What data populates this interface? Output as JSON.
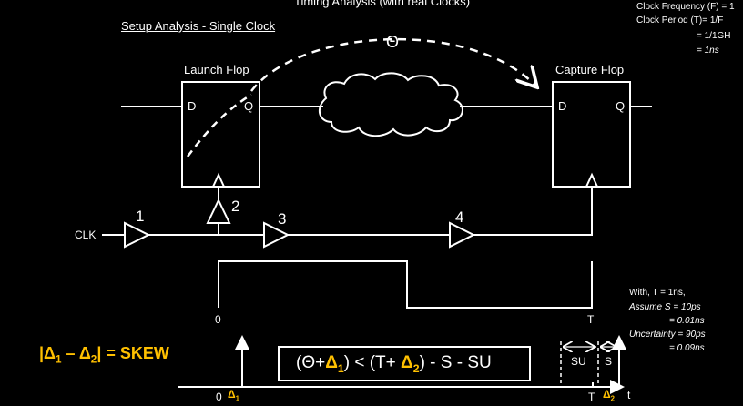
{
  "header": {
    "title": "Timing Analysis (with real Clocks)",
    "subtitle": "Setup Analysis - Single Clock"
  },
  "info_top_right": {
    "line1": "Clock Frequency (F) = 1",
    "line2": "Clock Period (T)= 1/F",
    "line3": "= 1/1GH",
    "line4": "= 1ns"
  },
  "flops": {
    "launch": {
      "title": "Launch Flop",
      "d": "D",
      "q": "Q"
    },
    "capture": {
      "title": "Capture Flop",
      "d": "D",
      "q": "Q"
    }
  },
  "theta_label": "Θ",
  "clk_label": "CLK",
  "buffers": [
    "1",
    "2",
    "3",
    "4"
  ],
  "waveform_labels": {
    "zero": "0",
    "t": "T"
  },
  "assumptions": {
    "l1": "With, T = 1ns,",
    "l2": "Assume S = 10ps",
    "l3": "= 0.01ns",
    "l4": "Uncertainty = 90ps",
    "l5": "= 0.09ns"
  },
  "skew_eq": {
    "a": "|Δ",
    "s1": "1",
    "b": " – Δ",
    "s2": "2",
    "c": "| = SKEW"
  },
  "equation": {
    "p1": "(Θ+",
    "d1": "Δ",
    "d1s": "1",
    "p2": ") < (T+ ",
    "d2": "Δ",
    "d2s": "2",
    "p3": ") - S - SU"
  },
  "timeline": {
    "zero": "0",
    "delta1": "Δ",
    "delta1_sub": "1",
    "t": "T",
    "delta2": "Δ",
    "delta2_sub": "2",
    "axis": "t",
    "su": "SU",
    "s": "S"
  },
  "colors": {
    "accent": "#ffc000",
    "line": "#ffffff",
    "background": "#000000"
  }
}
